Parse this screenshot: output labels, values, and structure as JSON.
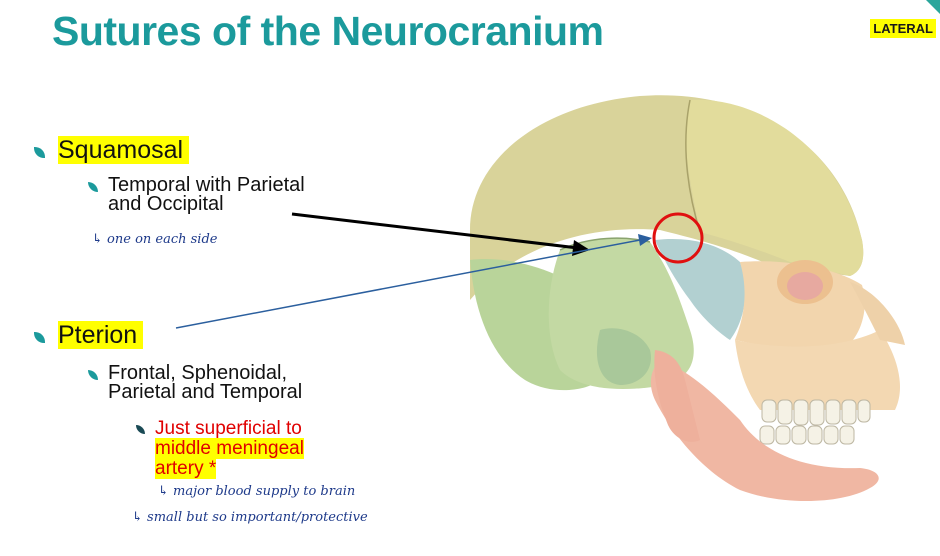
{
  "slide": {
    "title": "Sutures of the Neurocranium",
    "tag": "LATERAL",
    "items": [
      {
        "label": "Squamosal",
        "sub": [
          "Temporal with Parietal",
          "and Occipital"
        ],
        "note": "one on each side"
      },
      {
        "label": "Pterion",
        "sub": [
          "Frontal, Sphenoidal,",
          "Parietal and Temporal"
        ],
        "detail": [
          "Just superficial to",
          "middle meningeal",
          "artery *"
        ],
        "notes": [
          "major blood supply to brain",
          "small but so important/protective"
        ]
      }
    ]
  },
  "colors": {
    "title": "#1b9a9c",
    "highlight": "#ffff00",
    "detail_text": "#e00000",
    "handwriting": "#1e3a8a",
    "parietal": "#d8d49a",
    "temporal": "#c2d8a4",
    "sphenoid": "#aecdd0",
    "frontal": "#dcd79b",
    "maxilla": "#f3d7b0",
    "mandible": "#f0b9a6",
    "circle": "#e01010"
  }
}
